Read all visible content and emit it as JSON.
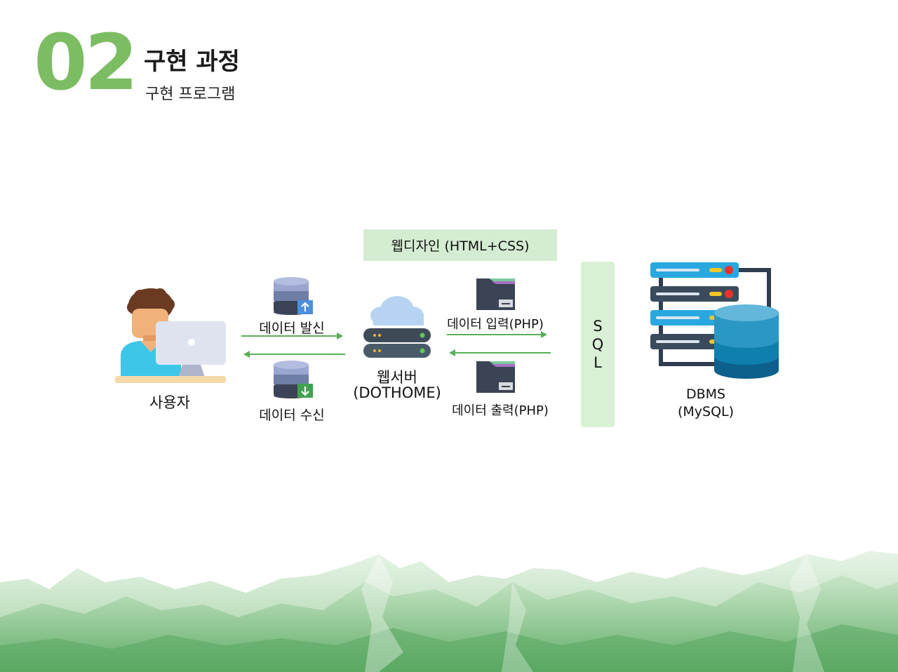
{
  "header": {
    "section_number": "02",
    "title": "구현 과정",
    "subtitle": "구현 프로그램"
  },
  "diagram": {
    "banner": "웹디자인 (HTML+CSS)",
    "user_label": "사용자",
    "send_label": "데이터 발신",
    "receive_label": "데이터 수신",
    "server_label_1": "웹서버",
    "server_label_2": "(DOTHOME)",
    "input_label": "데이터 입력(PHP)",
    "output_label": "데이터 출력(PHP)",
    "sql_letters": [
      "S",
      "Q",
      "L"
    ],
    "dbms_label_1": "DBMS",
    "dbms_label_2": "(MySQL)"
  },
  "colors": {
    "accent_green": "#7cbc62",
    "arrow_green": "#5aae5a",
    "banner_bg": "#d4ecd1"
  }
}
